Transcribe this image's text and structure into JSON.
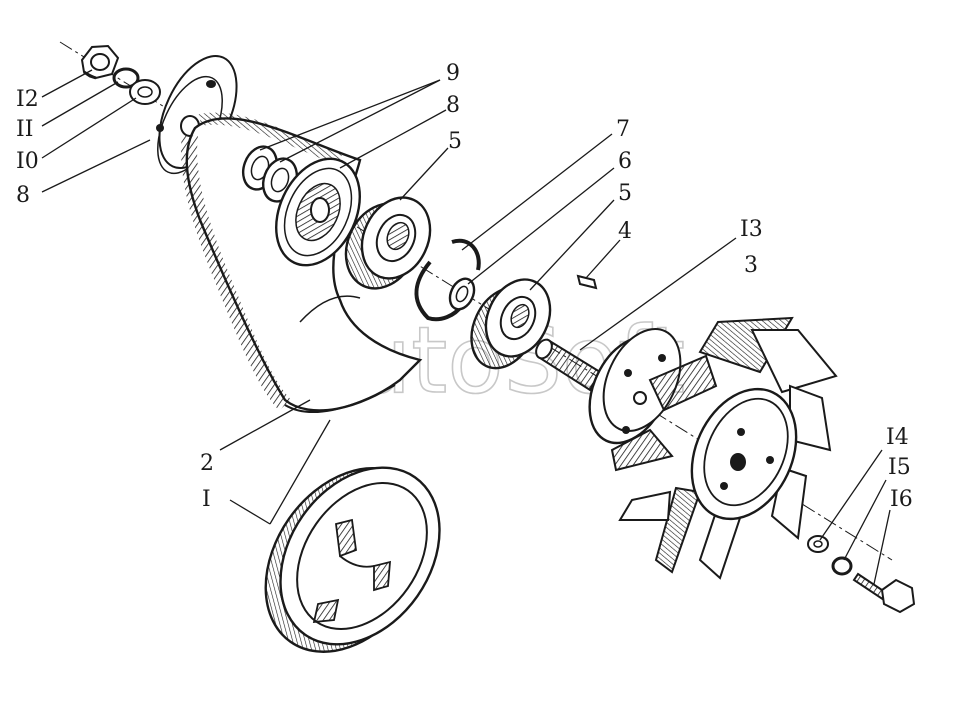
{
  "watermark": "AutoSoft",
  "callouts": [
    {
      "id": "p1",
      "text": "I"
    },
    {
      "id": "p2",
      "text": "2"
    },
    {
      "id": "p3",
      "text": "3"
    },
    {
      "id": "p4",
      "text": "4"
    },
    {
      "id": "p5a",
      "text": "5"
    },
    {
      "id": "p5b",
      "text": "5"
    },
    {
      "id": "p6",
      "text": "6"
    },
    {
      "id": "p7",
      "text": "7"
    },
    {
      "id": "p8a",
      "text": "8"
    },
    {
      "id": "p8b",
      "text": "8"
    },
    {
      "id": "p9",
      "text": "9"
    },
    {
      "id": "p10",
      "text": "I0"
    },
    {
      "id": "p11",
      "text": "II"
    },
    {
      "id": "p12",
      "text": "I2"
    },
    {
      "id": "p13",
      "text": "I3"
    },
    {
      "id": "p14",
      "text": "I4"
    },
    {
      "id": "p15",
      "text": "I5"
    },
    {
      "id": "p16",
      "text": "I6"
    }
  ],
  "colors": {
    "ink": "#1a1a1a",
    "paper": "#ffffff",
    "watermark": "#c8c8c8"
  }
}
